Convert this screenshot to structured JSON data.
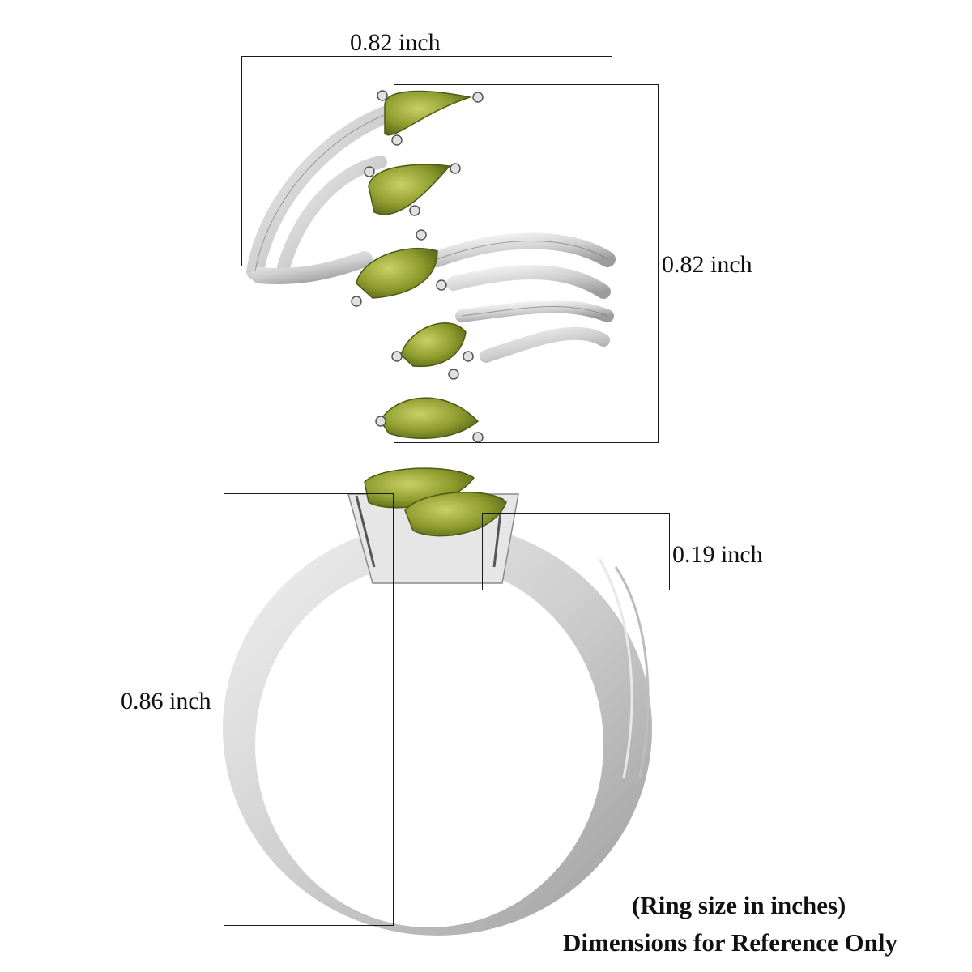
{
  "top_view": {
    "width_label": "0.82 inch",
    "height_label": "0.82 inch"
  },
  "side_view": {
    "stone_height_label": "0.19 inch",
    "ring_height_label": "0.86 inch"
  },
  "footer": {
    "line1": "(Ring size in inches)",
    "line2": "Dimensions for Reference Only"
  },
  "colors": {
    "gem": "#8a9a2a",
    "gem_highlight": "#c3cc5a",
    "metal": "#d8d8d8",
    "metal_shadow": "#a8a8a8",
    "lines": "#1a1a1a"
  }
}
